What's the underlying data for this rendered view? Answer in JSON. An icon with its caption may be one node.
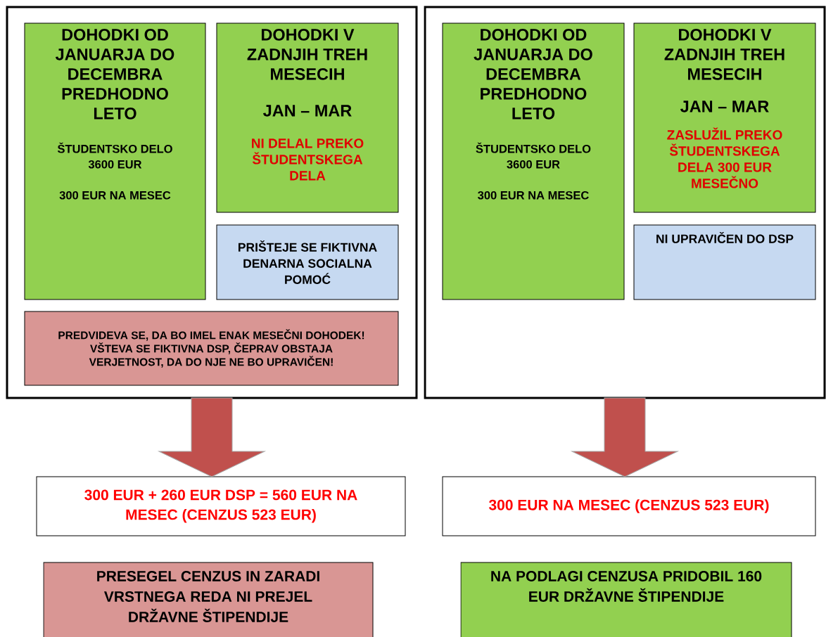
{
  "diagram": {
    "nodes": [
      {
        "text": [],
        "shape": "box"
      },
      {
        "text": [
          "DOHODKI OD JANUARJA DO DECEMBRA PREDHODNO LETO",
          "ŠTUDENTSKO DELO 3600 EUR",
          "300 EUR NA MESEC"
        ],
        "in": 0
      },
      {
        "text": [
          "DOHODKI V ZADNJIH TREH MESECIH",
          "JAN – MAR",
          "NI DELAL PREKO ŠTUDENTSKEGA DELA"
        ],
        "in": 0
      },
      {
        "text": [
          "PRIŠTEJE SE FIKTIVNA DENARNA SOCIALNA POMOĆ"
        ],
        "in": 0
      },
      {
        "text": [
          "PREDVIDEVA SE, DA BO IMEL ENAK MESEČNI DOHODEK!",
          "VŠTEVA SE FIKTIVNA DSP, ČEPRAV OBSTAJA VERJETNOST, DA DO NJE NE BO UPRAVIČEN!"
        ],
        "in": 0
      },
      {
        "text": [],
        "shape": "box"
      },
      {
        "text": [
          "DOHODKI OD JANUARJA DO DECEMBRA PREDHODNO LETO",
          "ŠTUDENTSKO DELO 3600 EUR",
          "300 EUR NA MESEC"
        ],
        "in": 5
      },
      {
        "text": [
          "DOHODKI V ZADNJIH TREH MESECIH",
          "JAN – MAR",
          "ZASLUŽIL PREKO ŠTUDENTSKEGA DELA 300 EUR MESEČNO"
        ],
        "in": 5
      },
      {
        "text": [
          "NI UPRAVIČEN DO DSP"
        ],
        "in": 5
      },
      {
        "text": [
          "300 EUR + 260 EUR DSP = 560 EUR NA MESEC (CENZUS 523 EUR)"
        ]
      },
      {
        "text": [
          "300 EUR NA MESEC (CENZUS 523 EUR)"
        ]
      },
      {
        "text": [
          "PRESEGEL CENZUS IN ZARADI VRSTNEGA REDA NI PREJEL DRŽAVNE ŠTIPENDIJE"
        ]
      },
      {
        "text": [
          "NA PODLAGI CENZUSA PRIDOBIL 160 EUR DRŽAVNE ŠTIPENDIJE"
        ]
      }
    ],
    "edges": [
      {
        "from": 0,
        "to": 9,
        "arrow": "to"
      },
      {
        "from": 5,
        "to": 10,
        "arrow": "to"
      }
    ]
  }
}
